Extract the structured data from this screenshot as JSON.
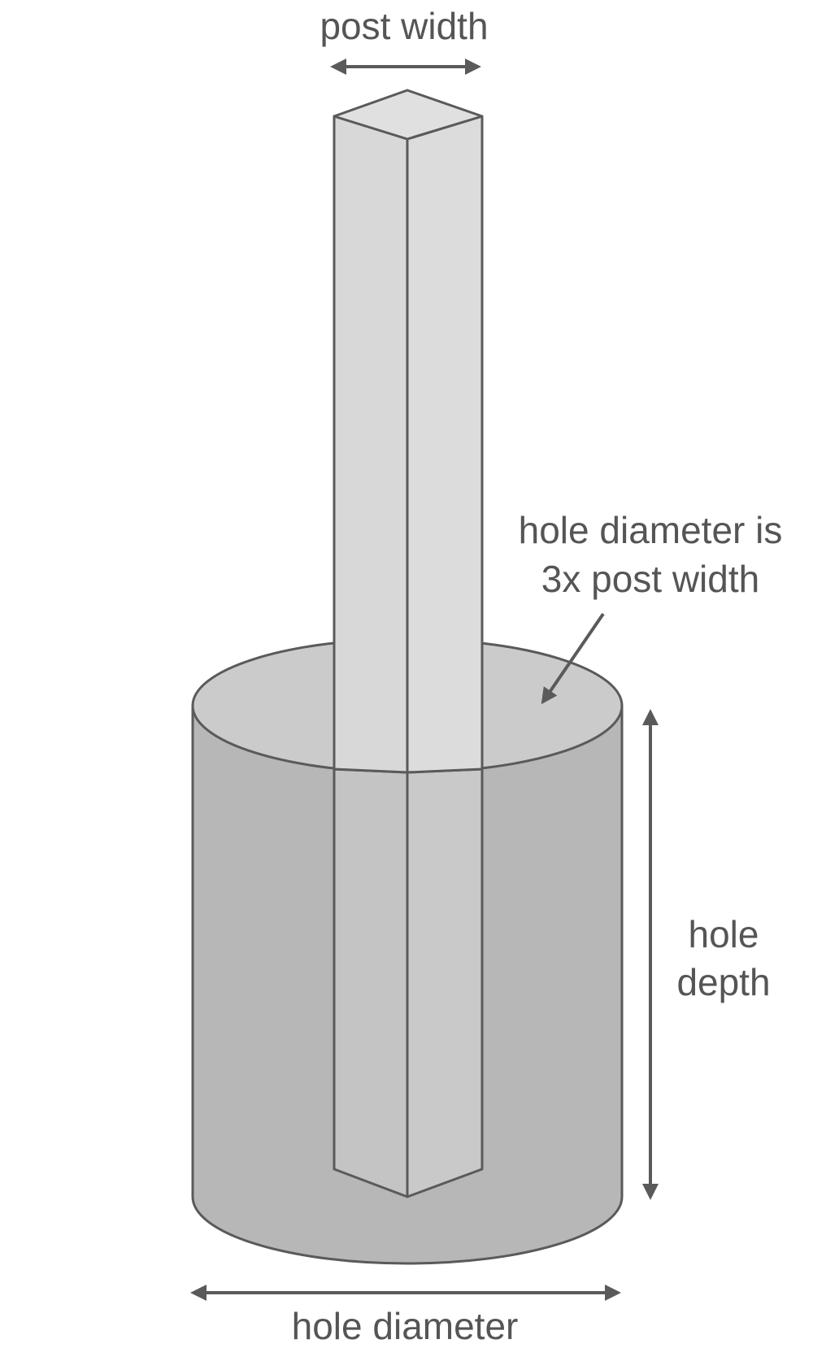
{
  "labels": {
    "post_width": "post width",
    "hole_diameter_note_line1": "hole diameter is",
    "hole_diameter_note_line2": "3x post width",
    "hole_depth_line1": "hole",
    "hole_depth_line2": "depth",
    "hole_diameter": "hole diameter"
  },
  "colors": {
    "line": "#5a5a5a",
    "text": "#555555",
    "cylinder_body": "#b7b7b7",
    "cylinder_top": "#cbcbcb",
    "post_above_ground": "#dadada",
    "post_in_hole": "#c6c6c6"
  }
}
